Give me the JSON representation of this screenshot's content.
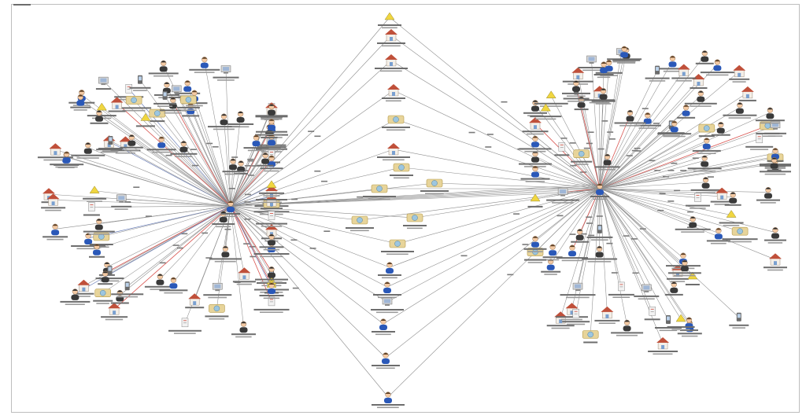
{
  "diagram": {
    "type": "link-analysis-network",
    "corner_label": "",
    "colors": {
      "background": "#ffffff",
      "frame": "#bdbdbd",
      "edge": "#8c8c8c",
      "edge_highlight": "#d9534f",
      "edge_alt": "#6b7fb8",
      "label_bar": "#6d6d6d",
      "person_body": "#2a58b8",
      "person_head": "#f3c9a3",
      "house_roof": "#c0503a",
      "money": "#e7d49a",
      "document": "#f2f2f2"
    },
    "icons": [
      "person-icon",
      "dark-person-icon",
      "house-icon",
      "money-icon",
      "document-icon",
      "vehicle-icon",
      "computer-icon",
      "phone-icon",
      "yellow-tag-icon"
    ],
    "hubs": [
      "left-hub",
      "right-hub"
    ]
  }
}
